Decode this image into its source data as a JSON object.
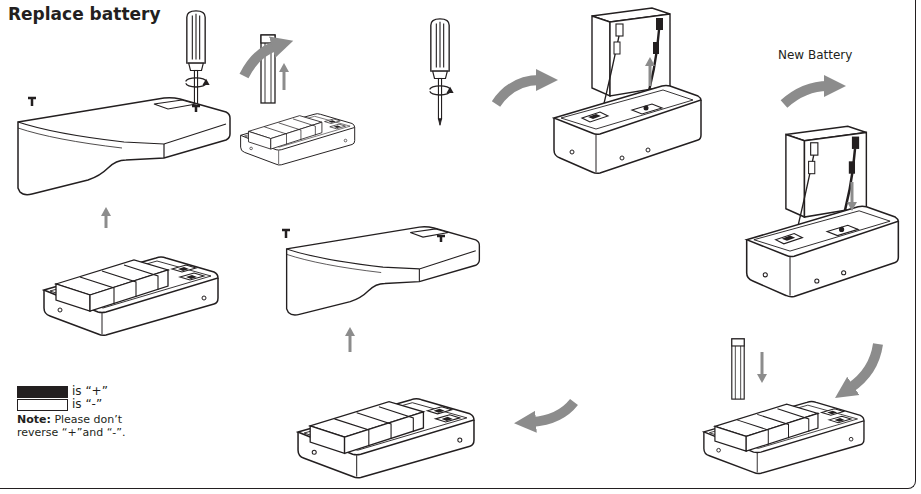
{
  "diagram": {
    "title": "Replace battery",
    "labels": [
      "New Battery",
      "Note:",
      "Please don’t reverse “+”and “-”."
    ],
    "legend": [
      {
        "text": "is “+”",
        "color": "#231f20"
      },
      {
        "text": "is “-”",
        "color": "#ffffff"
      }
    ]
  }
}
